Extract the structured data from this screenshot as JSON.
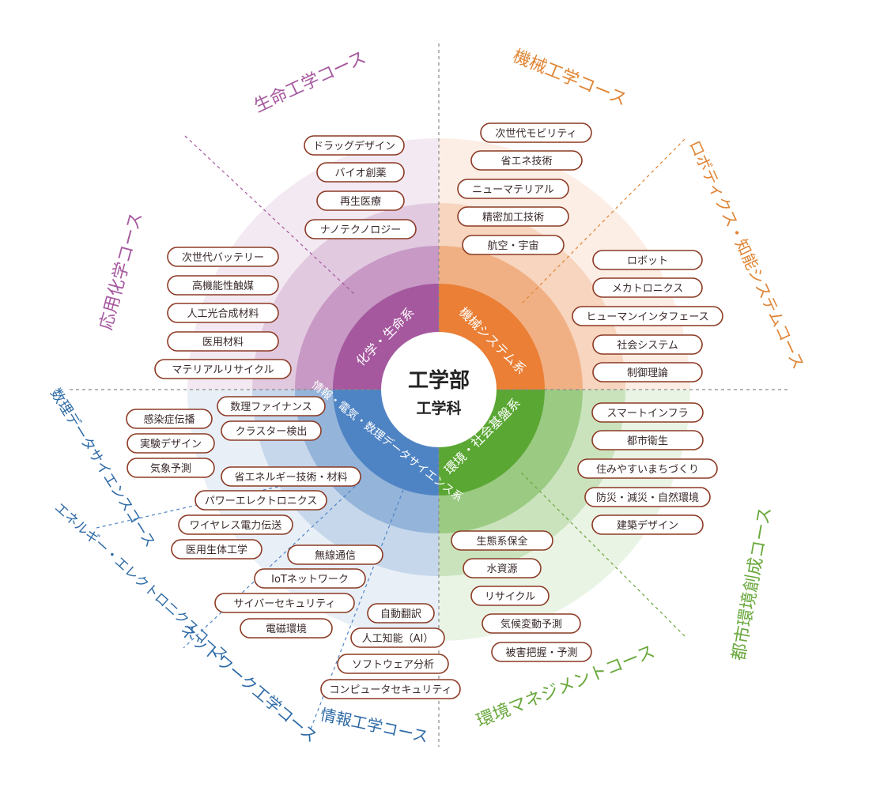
{
  "center": {
    "title": "工学部",
    "subtitle": "工学科"
  },
  "colors": {
    "purple": "#a5589e",
    "orange": "#ea7f35",
    "green": "#5aa733",
    "blue": "#4f84c4",
    "pill_border": "#8c3a24",
    "label_purple": "#a5589e",
    "label_orange": "#e08434",
    "label_green": "#69a83c",
    "label_blue": "#2e6aa6"
  },
  "departments": [
    {
      "id": "chem-life",
      "label": "化学・生命系",
      "color": "purple"
    },
    {
      "id": "mech",
      "label": "機械システム系",
      "color": "orange"
    },
    {
      "id": "env",
      "label": "環境・社会基盤系",
      "color": "green"
    },
    {
      "id": "info",
      "label": "情報・電気・数理データサイエンス系",
      "color": "blue"
    }
  ],
  "courses": [
    {
      "id": "life-eng",
      "label": "生命工学コース",
      "color": "label_purple"
    },
    {
      "id": "applied-chem",
      "label": "応用化学コース",
      "color": "label_purple"
    },
    {
      "id": "mech-eng",
      "label": "機械工学コース",
      "color": "label_orange"
    },
    {
      "id": "robotics",
      "label": "ロボティクス・知能システムコース",
      "color": "label_orange"
    },
    {
      "id": "urban",
      "label": "都市環境創成コース",
      "color": "label_green"
    },
    {
      "id": "env-mgmt",
      "label": "環境マネジメントコース",
      "color": "label_green"
    },
    {
      "id": "info-eng",
      "label": "情報工学コース",
      "color": "label_blue"
    },
    {
      "id": "network",
      "label": "ネットワーク工学コース",
      "color": "label_blue"
    },
    {
      "id": "energy",
      "label": "エネルギー・エレクトロニクスコース",
      "color": "label_blue"
    },
    {
      "id": "data-sci",
      "label": "数理データサイエンスコース",
      "color": "label_blue"
    }
  ],
  "topics": [
    "ドラッグデザイン",
    "バイオ創薬",
    "再生医療",
    "ナノテクノロジー",
    "次世代バッテリー",
    "高機能性触媒",
    "人工光合成材料",
    "医用材料",
    "マテリアルリサイクル",
    "次世代モビリティ",
    "省エネ技術",
    "ニューマテリアル",
    "精密加工技術",
    "航空・宇宙",
    "ロボット",
    "メカトロニクス",
    "ヒューマンインタフェース",
    "社会システム",
    "制御理論",
    "スマートインフラ",
    "都市衛生",
    "住みやすいまちづくり",
    "防災・減災・自然環境",
    "建築デザイン",
    "生態系保全",
    "水資源",
    "リサイクル",
    "気候変動予測",
    "被害把握・予測",
    "自動翻訳",
    "人工知能（AI）",
    "ソフトウェア分析",
    "コンピュータセキュリティ",
    "無線通信",
    "IoTネットワーク",
    "サイバーセキュリティ",
    "電磁環境",
    "省エネルギー技術・材料",
    "パワーエレクトロニクス",
    "ワイヤレス電力伝送",
    "医用生体工学",
    "数理ファイナンス",
    "クラスター検出",
    "感染症伝播",
    "実験デザイン",
    "気象予測"
  ]
}
